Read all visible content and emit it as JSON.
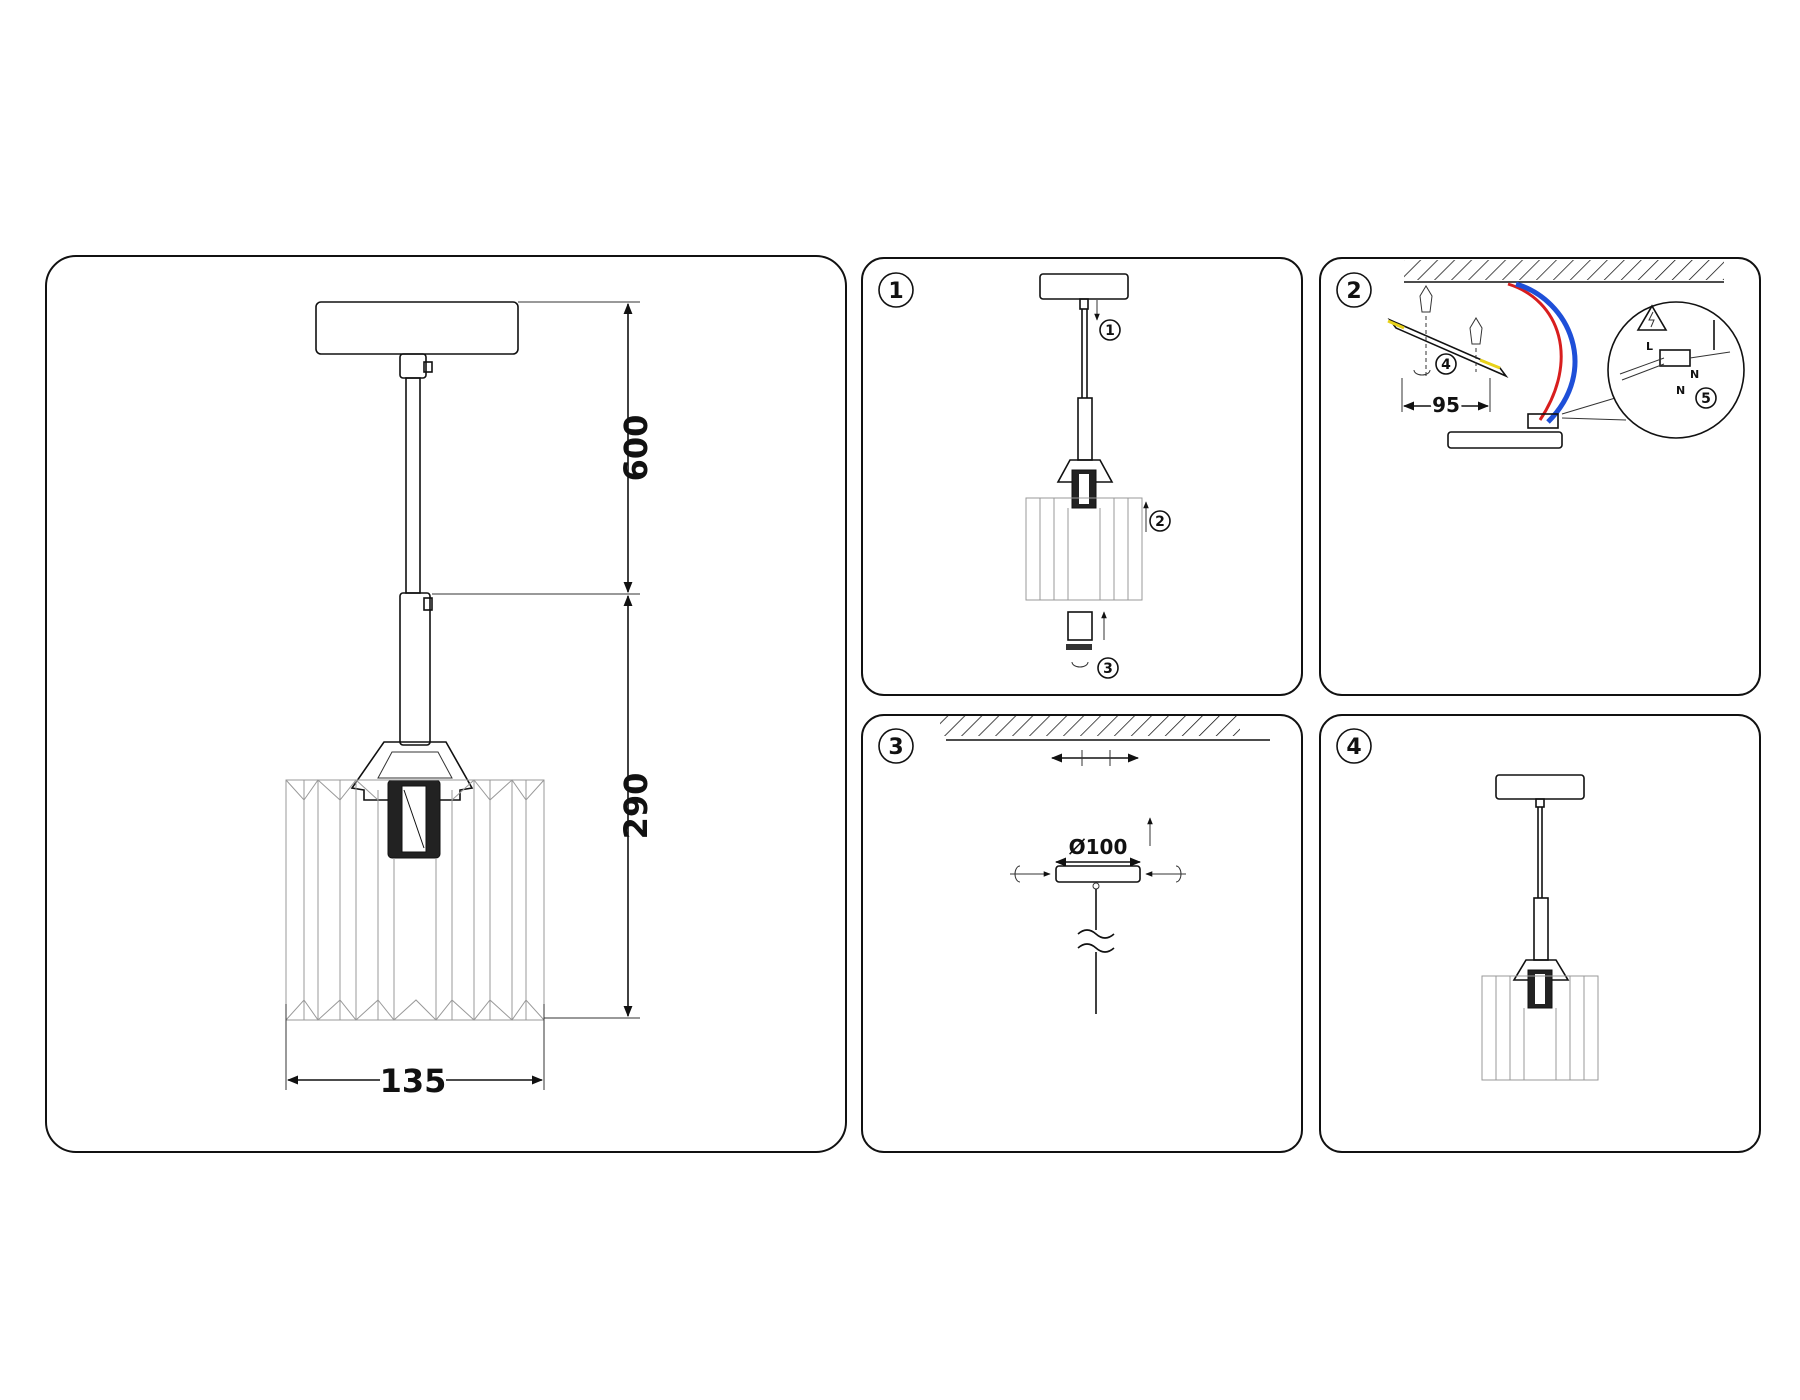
{
  "main_panel": {
    "dim_height_top": "600",
    "dim_height_bottom": "290",
    "dim_width": "135"
  },
  "step1": {
    "number": "1",
    "callouts": [
      "1",
      "2",
      "3"
    ]
  },
  "step2": {
    "number": "2",
    "callouts": [
      "4",
      "5"
    ],
    "dim_bracket": "95",
    "wire_labels": [
      "L",
      "N",
      "N"
    ]
  },
  "step3": {
    "number": "3",
    "dim_diameter": "Ø100"
  },
  "step4": {
    "number": "4"
  },
  "colors": {
    "wire_blue": "#1e4fd8",
    "wire_red": "#d81e1e",
    "wire_yellow": "#e8d21a",
    "line": "#111111"
  },
  "icons": [
    "high-voltage-warning-icon",
    "rotate-arrow-icon",
    "up-arrow-icon"
  ]
}
